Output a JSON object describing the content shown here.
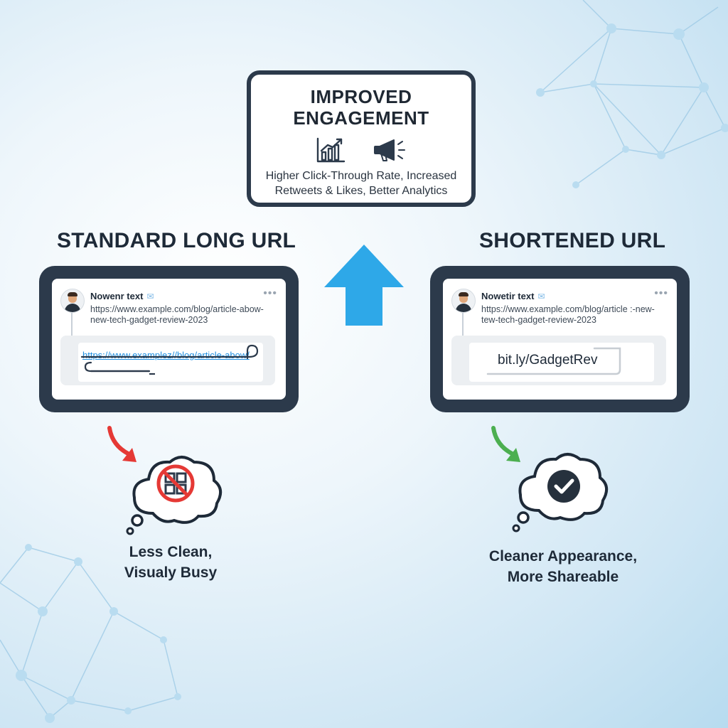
{
  "engagement": {
    "title_line1": "IMPROVED",
    "title_line2": "ENGAGEMENT",
    "chart_icon": "bar-chart-trend-icon",
    "megaphone_icon": "megaphone-icon",
    "text_line1": "Higher Click-Through Rate, Increased",
    "text_line2": "Retweets & Likes, Better Analytics"
  },
  "left": {
    "heading": "STANDARD LONG URL",
    "username": "Nowenr text",
    "url_line1": "https://www.example.com/blog/article-abow-",
    "url_line2": "new-tech-gadget-review-2023",
    "link_preview": "https://www.examplez//blog/article-abow/",
    "icon": "no-qr-code-icon",
    "caption_line1": "Less Clean,",
    "caption_line2": "Visualy Busy",
    "arrow_color": "#e53935"
  },
  "right": {
    "heading": "SHORTENED URL",
    "username": "Nowetir text",
    "url_line1": "https://www.example.com/blog/article :-new-",
    "url_line2": "tew-tech-gadget-review-2023",
    "short_link": "bit.ly/GadgetRev",
    "icon": "checkmark-icon",
    "caption_line1": "Cleaner Appearance,",
    "caption_line2": "More Shareable",
    "arrow_color": "#4caf50"
  },
  "colors": {
    "frame": "#2c3a4b",
    "accent_blue": "#2ea8e8"
  }
}
